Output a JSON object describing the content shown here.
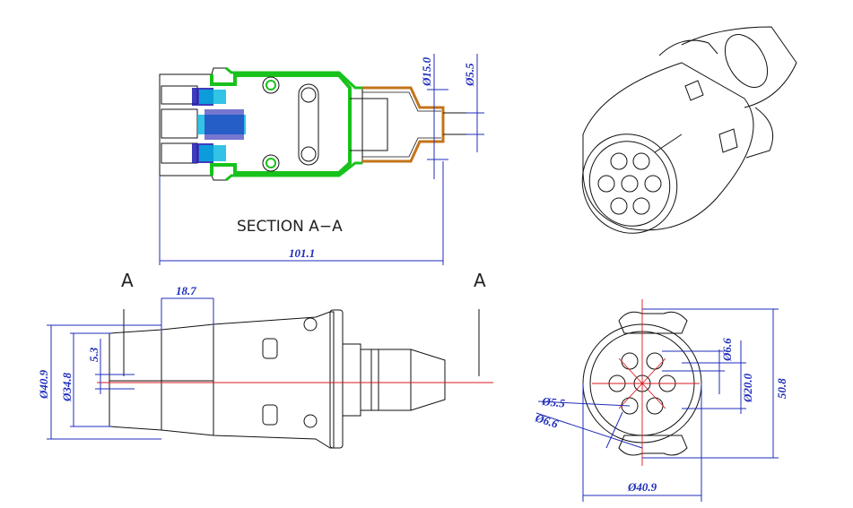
{
  "colors": {
    "dimension": "#1f2dbb",
    "centerline": "#d8191c",
    "housing_section": "#18c21c",
    "contact_section": "#00b4e0",
    "insert_section": "#1d1ab0",
    "cable_section": "#c4731a",
    "outline": "#111111"
  },
  "section": {
    "title": "SECTION A−A",
    "dims": {
      "d15": "Ø15.0",
      "d5_5": "Ø5.5",
      "length": "101.1"
    }
  },
  "side_view": {
    "marker_left": "A",
    "marker_right": "A",
    "dims": {
      "w18_7": "18.7",
      "d40_9": "Ø40.9",
      "d34_8": "Ø34.8",
      "h5_3": "5.3"
    }
  },
  "front_view": {
    "dims": {
      "d6_6_top": "Ø6.6",
      "d20": "Ø20.0",
      "h50_8": "50.8",
      "d5_5": "Ø5.5",
      "d6_6": "Ø6.6",
      "d40_9": "Ø40.9"
    }
  },
  "iso_view": {
    "icon": "plug-isometric-icon"
  }
}
